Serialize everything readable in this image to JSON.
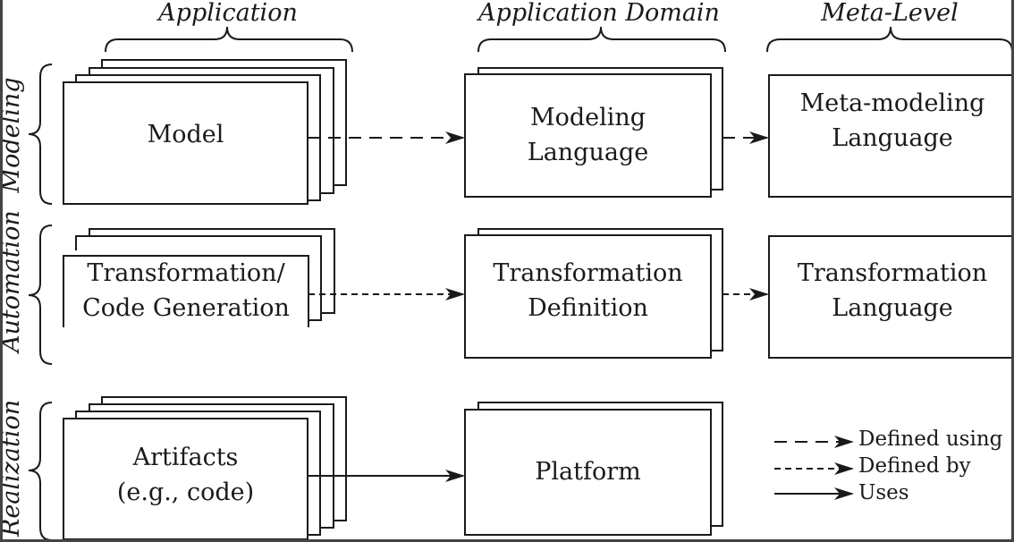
{
  "columns": {
    "application": "Application",
    "application_domain": "Application Domain",
    "meta_level": "Meta-Level"
  },
  "rows": {
    "modeling": "Modeling",
    "automation": "Automation",
    "realization": "Realization"
  },
  "boxes": {
    "model": [
      "Model"
    ],
    "modeling_language": [
      "Modeling",
      "Language"
    ],
    "meta_modeling_language": [
      "Meta-modeling",
      "Language"
    ],
    "transformation_code_generation": [
      "Transformation/",
      "Code Generation"
    ],
    "transformation_definition": [
      "Transformation",
      "Definition"
    ],
    "transformation_language": [
      "Transformation",
      "Language"
    ],
    "artifacts": [
      "Artifacts",
      "(e.g., code)"
    ],
    "platform": [
      "Platform"
    ]
  },
  "legend": {
    "defined_using": "Defined using",
    "defined_by": "Defined by",
    "uses": "Uses"
  },
  "colors": {
    "stroke": "#1a1a1a",
    "background": "#ffffff"
  }
}
